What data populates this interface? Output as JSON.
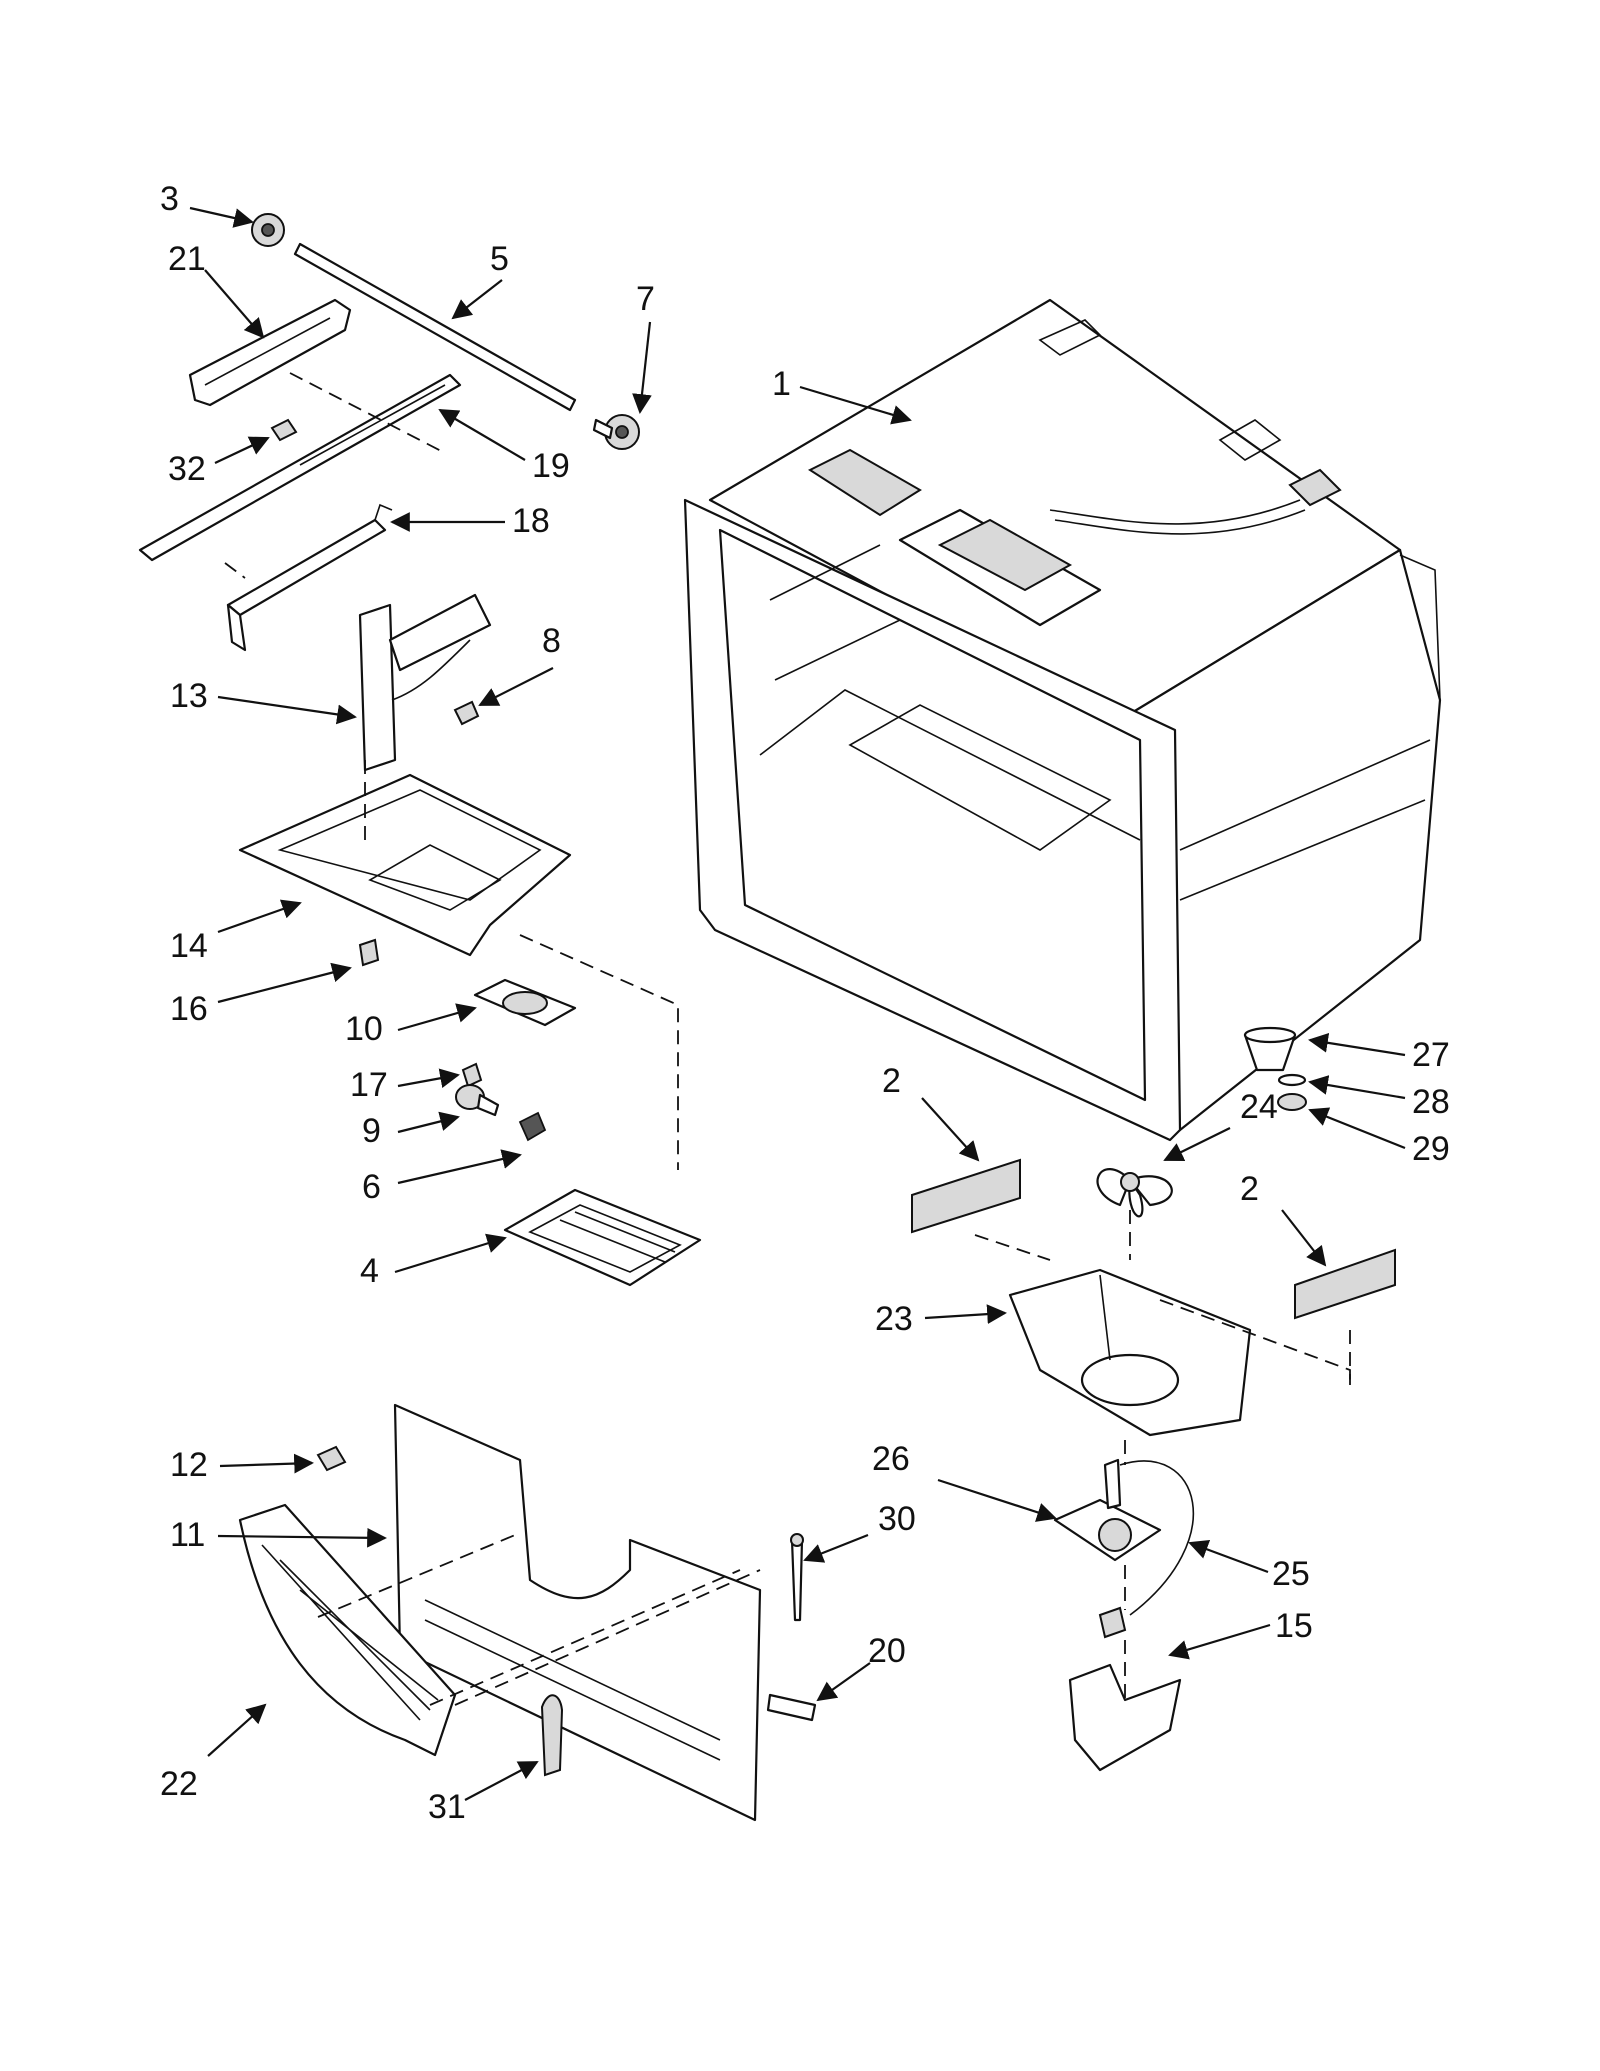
{
  "callouts": [
    {
      "id": "1",
      "label": "1"
    },
    {
      "id": "2a",
      "label": "2"
    },
    {
      "id": "2b",
      "label": "2"
    },
    {
      "id": "3",
      "label": "3"
    },
    {
      "id": "4",
      "label": "4"
    },
    {
      "id": "5",
      "label": "5"
    },
    {
      "id": "6",
      "label": "6"
    },
    {
      "id": "7",
      "label": "7"
    },
    {
      "id": "8",
      "label": "8"
    },
    {
      "id": "9",
      "label": "9"
    },
    {
      "id": "10",
      "label": "10"
    },
    {
      "id": "11",
      "label": "11"
    },
    {
      "id": "12",
      "label": "12"
    },
    {
      "id": "13",
      "label": "13"
    },
    {
      "id": "14",
      "label": "14"
    },
    {
      "id": "15",
      "label": "15"
    },
    {
      "id": "16",
      "label": "16"
    },
    {
      "id": "17",
      "label": "17"
    },
    {
      "id": "18",
      "label": "18"
    },
    {
      "id": "19",
      "label": "19"
    },
    {
      "id": "20",
      "label": "20"
    },
    {
      "id": "21",
      "label": "21"
    },
    {
      "id": "22",
      "label": "22"
    },
    {
      "id": "23",
      "label": "23"
    },
    {
      "id": "24",
      "label": "24"
    },
    {
      "id": "25",
      "label": "25"
    },
    {
      "id": "26",
      "label": "26"
    },
    {
      "id": "27",
      "label": "27"
    },
    {
      "id": "28",
      "label": "28"
    },
    {
      "id": "29",
      "label": "29"
    },
    {
      "id": "30",
      "label": "30"
    },
    {
      "id": "31",
      "label": "31"
    },
    {
      "id": "32",
      "label": "32"
    }
  ]
}
